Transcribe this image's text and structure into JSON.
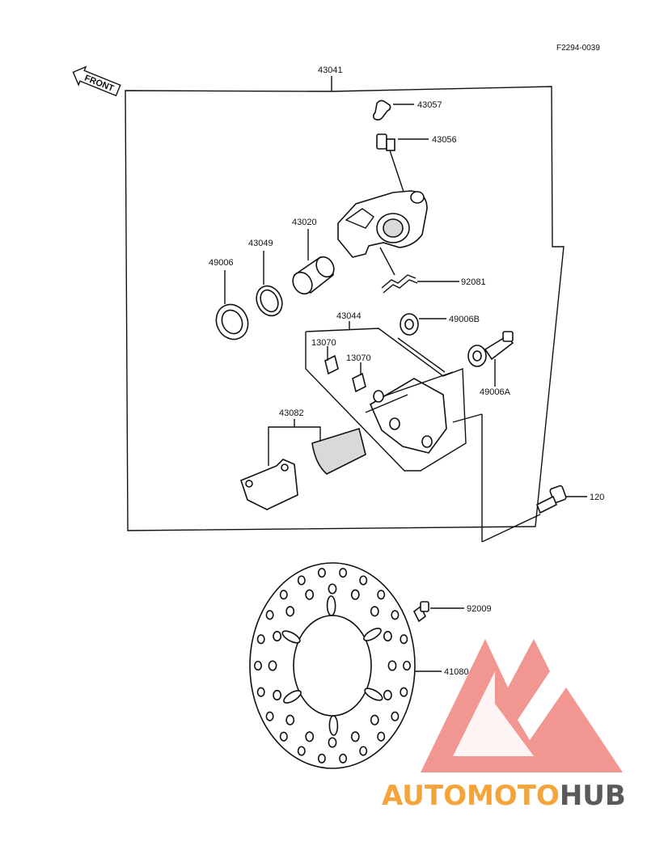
{
  "figure_code": "F2294-0039",
  "front_label": "FRONT",
  "part_numbers": {
    "assembly": "43041",
    "bleed_cap": "43057",
    "bleed_valve": "43056",
    "piston": "43020",
    "piston_seal": "43049",
    "dust_seal": "49006",
    "spring": "92081",
    "bracket": "43044",
    "boot_b": "49006B",
    "pin_a": "13070",
    "pin_b": "13070",
    "boot_a": "49006A",
    "pads": "43082",
    "bolt": "120",
    "disc_bolt": "92009",
    "disc": "41080"
  },
  "watermark": {
    "part1": "AUTOMOTO",
    "part2": "HUB",
    "color1": "#f4a43a",
    "color2": "#e8423a",
    "color3": "#5a5a5a",
    "triangle_color": "#e8423a"
  }
}
